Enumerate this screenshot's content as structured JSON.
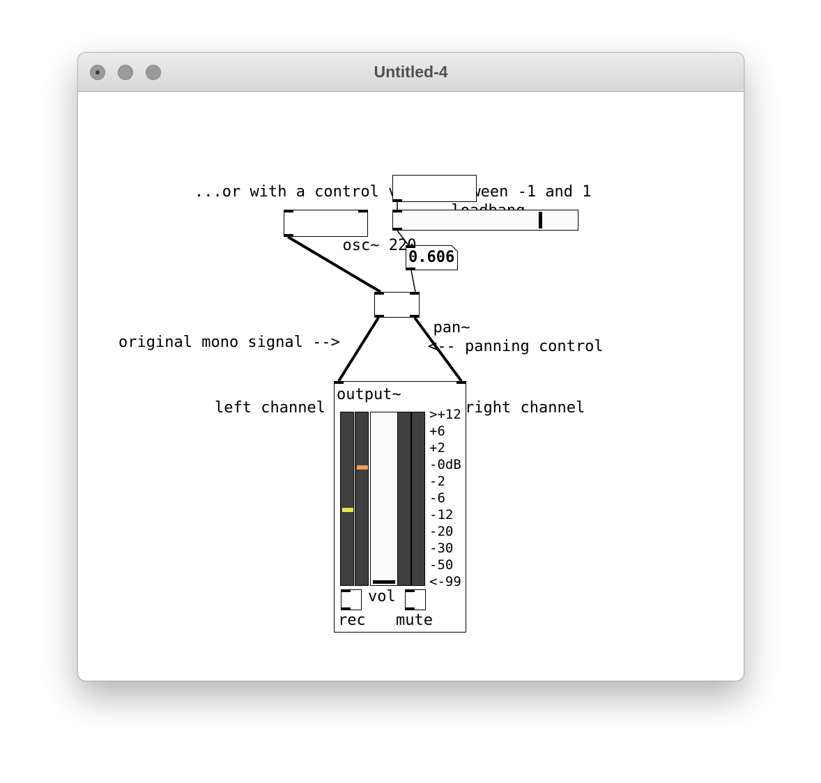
{
  "window": {
    "title": "Untitled-4"
  },
  "comments": {
    "header": "...or with a control value between -1 and 1",
    "mono": "original mono signal -->",
    "panning": "<-- panning control",
    "left": "left channel",
    "right": "right channel"
  },
  "objects": {
    "loadbang": "loadbang",
    "osc": "osc~ 220",
    "pan": "pan~"
  },
  "slider": {
    "value": 0.606,
    "range": [
      -1,
      1
    ]
  },
  "number_box": {
    "value": "0.606"
  },
  "output": {
    "title": "output~",
    "scale_labels": [
      ">+12",
      "+6",
      "+2",
      "-0dB",
      "-2",
      "-6",
      "-12",
      "-20",
      "-30",
      "-50",
      "<-99"
    ],
    "vol_label": "vol",
    "rec_label": "rec",
    "mute_label": "mute",
    "colors": {
      "meter_bg": "#404040",
      "green": "#44d142",
      "yellow": "#e8e64a",
      "orange": "#f0a05a",
      "cyan": "#54d8f0"
    }
  }
}
